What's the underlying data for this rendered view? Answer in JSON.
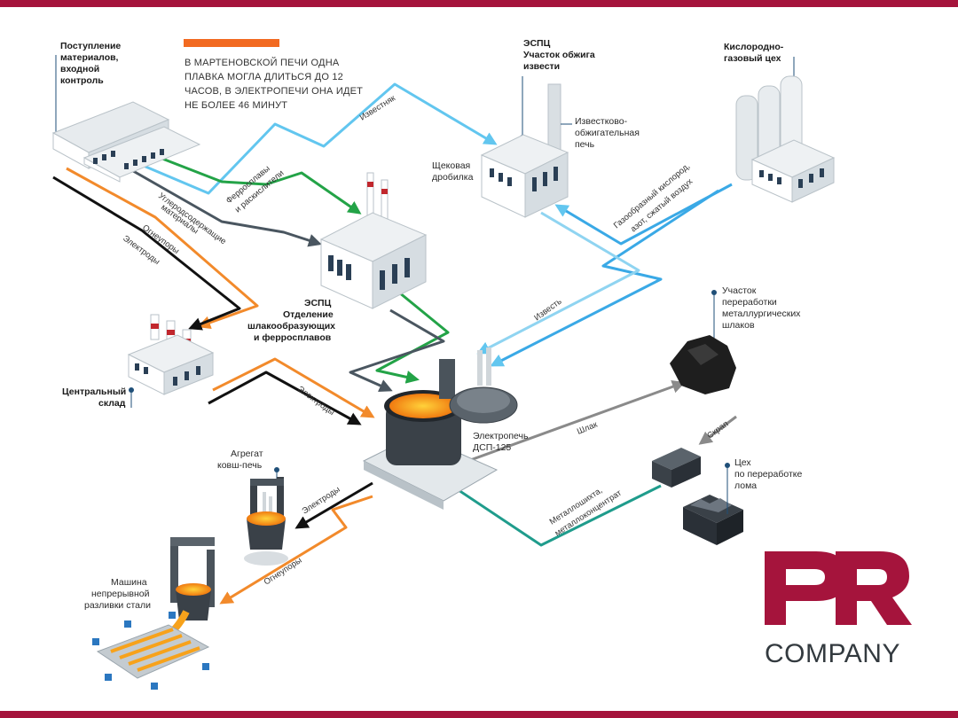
{
  "colors": {
    "frame": "#a5143c",
    "note_bar": "#f26a21",
    "flow_blue": "#62c6ef",
    "flow_green": "#23a347",
    "flow_orange": "#f28a2b",
    "flow_black": "#111111",
    "flow_slate": "#4a5660",
    "flow_teal": "#1f9c8c",
    "flow_gray": "#8a8a8a",
    "molten": "#f7a21b",
    "logo": "#a5143c"
  },
  "note": {
    "lines": [
      "В МАРТЕНОВСКОЙ ПЕЧИ ОДНА",
      "ПЛАВКА МОГЛА ДЛИТЬСЯ ДО 12",
      "ЧАСОВ, В ЭЛЕКТРОПЕЧИ ОНА ИДЕТ",
      "НЕ БОЛЕЕ 46 МИНУТ"
    ]
  },
  "nodes": {
    "intake": {
      "lines": [
        "Поступление",
        "материалов,",
        "входной",
        "контроль"
      ]
    },
    "lime_section": {
      "lines": [
        "ЭСПЦ",
        "Участок обжига",
        "извести"
      ]
    },
    "oxygen": {
      "lines": [
        "Кислородно-",
        "газовый цех"
      ]
    },
    "lime_kiln": {
      "lines": [
        "Известково-",
        "обжигательная",
        "печь"
      ]
    },
    "jaw_crusher": {
      "lines": [
        "Щековая",
        "дробилка"
      ]
    },
    "ferroalloys_dept": {
      "lines": [
        "ЭСПЦ",
        "Отделение",
        "шлакообразующих",
        "и ферросплавов"
      ]
    },
    "central_store": {
      "lines": [
        "Центральный",
        "склад"
      ]
    },
    "slag_section": {
      "lines": [
        "Участок",
        "переработки",
        "металлургических",
        "шлаков"
      ]
    },
    "eaf": {
      "lines": [
        "Электропечь",
        "ДСП-125"
      ]
    },
    "ladle_furnace": {
      "lines": [
        "Агрегат",
        "ковш-печь"
      ]
    },
    "scrap_shop": {
      "lines": [
        "Цех",
        "по переработке",
        "лома"
      ]
    },
    "caster": {
      "lines": [
        "Машина",
        "непрерывной",
        "разливки стали"
      ]
    }
  },
  "flows": {
    "limestone": "Известняк",
    "ferroalloys": [
      "Ферросплавы",
      "и раскислители"
    ],
    "carbon": [
      "Углеродсодержащие",
      "материалы"
    ],
    "refractories_1": "Огнеупоры",
    "electrodes_1": "Электроды",
    "oxygen_gas": [
      "Газообразный кислород,",
      "азот, сжатый воздух"
    ],
    "lime": "Известь",
    "electrodes_2": "Электроды",
    "slag": "Шлак",
    "scrap": "Скрап",
    "metal_charge": [
      "Металлошихта,",
      "металлоконцентрат"
    ],
    "electrodes_3": "Электроды",
    "refractories_2": "Огнеупоры"
  },
  "logo": {
    "mark": "PR",
    "word": "COMPANY"
  }
}
